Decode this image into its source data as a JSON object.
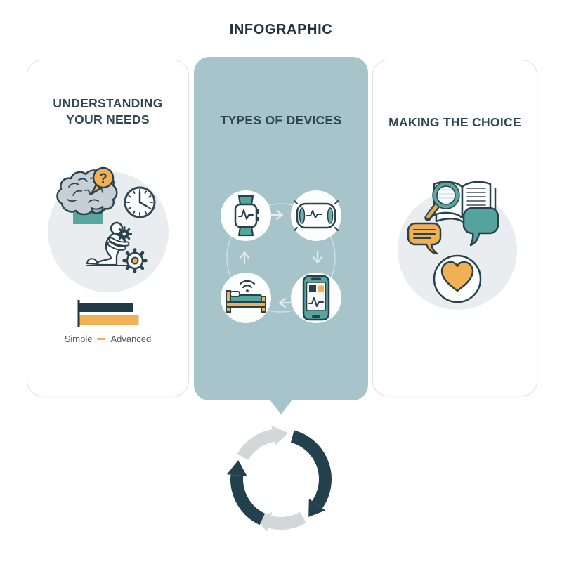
{
  "page": {
    "title": "INFOGRAPHIC"
  },
  "panels": {
    "needs": {
      "title": "UNDERSTANDING YOUR NEEDS",
      "question_mark": "?",
      "illustration_icons": [
        "brain-icon",
        "question-bubble-icon",
        "clock-icon",
        "kneeling-person-icon",
        "small-gear-icon",
        "large-gear-icon"
      ],
      "scale": {
        "left_label": "Simple",
        "right_label": "Advanced",
        "simple_bar_color": "#22394a",
        "advanced_bar_color": "#f3b157"
      }
    },
    "devices": {
      "title": "TYPES OF DEVICES",
      "cycle_items": [
        "smartwatch-icon",
        "smart-pillow-icon",
        "smartphone-app-icon",
        "smart-bed-icon"
      ],
      "cycle_direction": "clockwise"
    },
    "choice": {
      "title": "MAKING THE CHOICE",
      "illustration_icons": [
        "book-icon",
        "magnifier-icon",
        "teal-speech-bubble-icon",
        "orange-speech-bubble-icon",
        "heart-circle-icon"
      ]
    }
  },
  "footer": {
    "icon": "cycle-arrows-icon"
  },
  "colors": {
    "teal_panel": "#a6c4c9",
    "teal_accent": "#56a59e",
    "orange_accent": "#f1b054",
    "dark_navy": "#23404d",
    "ink": "#2e4651",
    "light_circle_bg": "#e9edef",
    "gray_arrow": "#d2d8da",
    "panel_border": "#dfe3e4"
  }
}
